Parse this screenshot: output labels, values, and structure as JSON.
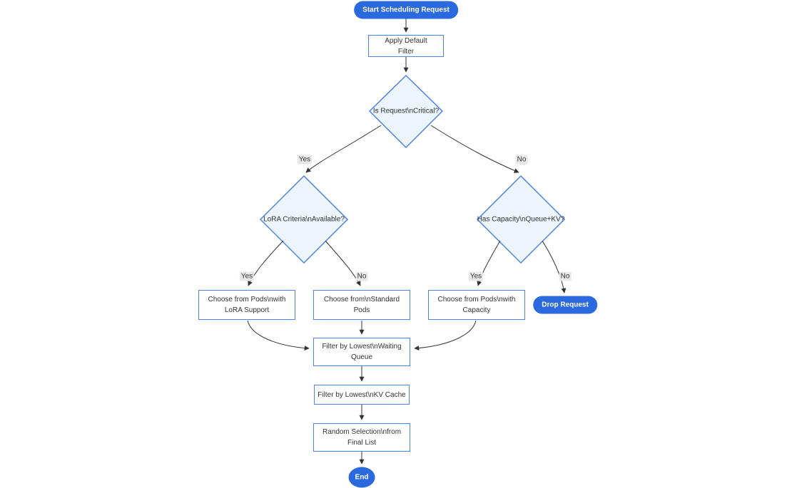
{
  "diagram": {
    "type": "flowchart",
    "nodes": {
      "start": {
        "label": "Start Scheduling Request",
        "shape": "pill"
      },
      "apply_filter": {
        "label": "Apply Default Filter",
        "shape": "rect"
      },
      "is_critical": {
        "label": "Is Request\\nCritical?",
        "shape": "diamond"
      },
      "lora_criteria": {
        "label": "LoRA Criteria\\nAvailable?",
        "shape": "diamond"
      },
      "has_capacity": {
        "label": "Has Capacity\\nQueue+KV?",
        "shape": "diamond"
      },
      "choose_lora_pods": {
        "label": "Choose from Pods\\nwith LoRA Support",
        "shape": "rect"
      },
      "choose_standard_pods": {
        "label": "Choose from\\nStandard Pods",
        "shape": "rect"
      },
      "choose_capacity_pods": {
        "label": "Choose from Pods\\nwith Capacity",
        "shape": "rect"
      },
      "drop_request": {
        "label": "Drop Request",
        "shape": "pill"
      },
      "filter_waiting_queue": {
        "label": "Filter by Lowest\\nWaiting Queue",
        "shape": "rect"
      },
      "filter_kv_cache": {
        "label": "Filter by Lowest\\nKV Cache",
        "shape": "rect"
      },
      "random_selection": {
        "label": "Random Selection\\nfrom Final List",
        "shape": "rect"
      },
      "end": {
        "label": "End",
        "shape": "pill"
      }
    },
    "edge_labels": [
      {
        "text": "Yes",
        "edge": "is_critical->lora_criteria"
      },
      {
        "text": "No",
        "edge": "is_critical->has_capacity"
      },
      {
        "text": "Yes",
        "edge": "lora_criteria->choose_lora_pods"
      },
      {
        "text": "No",
        "edge": "lora_criteria->choose_standard_pods"
      },
      {
        "text": "Yes",
        "edge": "has_capacity->choose_capacity_pods"
      },
      {
        "text": "No",
        "edge": "has_capacity->drop_request"
      }
    ],
    "colors": {
      "pill_fill": "#2a69de",
      "node_border": "#4e83e6",
      "diamond_fill": "#ecf4fc",
      "rect_fill": "#ffffff",
      "edge": "#333333",
      "label_bg": "#e8e8e8",
      "text": "#333333"
    }
  }
}
